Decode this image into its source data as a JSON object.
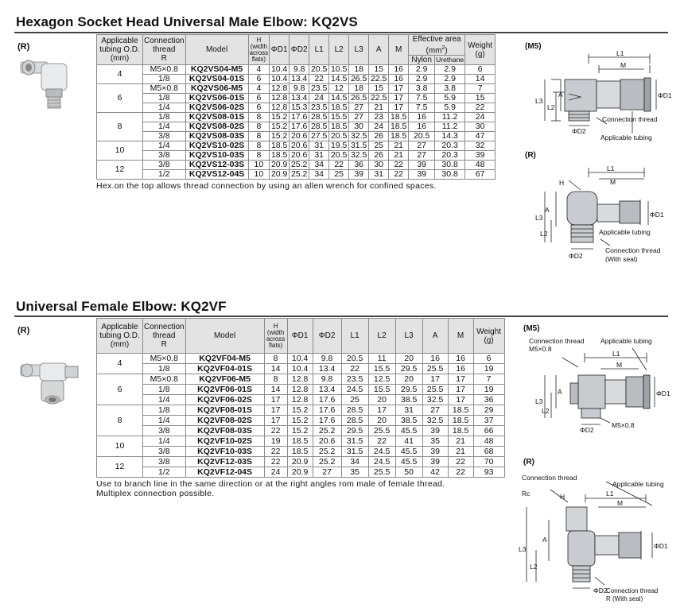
{
  "sections": [
    {
      "title": "Hexagon Socket Head Universal Male Elbow: KQ2VS",
      "variant_mark": "(R)",
      "headers": {
        "tubing": "Applicable tubing O.D. (mm)",
        "thread": "Connection thread R",
        "model": "Model",
        "h": "H (width across flats)",
        "d1": "ΦD1",
        "d2": "ΦD2",
        "l1": "L1",
        "l2": "L2",
        "l3": "L3",
        "a": "A",
        "m": "M",
        "effective_area": "Effective area (mm²)",
        "nylon": "Nylon",
        "urethane": "Urethane",
        "weight": "Weight (g)"
      },
      "groups": [
        {
          "tubing": "4",
          "rows": [
            [
              "M5×0.8",
              "KQ2VS04-M5",
              "4",
              "10.4",
              "9.8",
              "20.5",
              "10.5",
              "18",
              "15",
              "16",
              "2.9",
              "2.9",
              "6"
            ],
            [
              "1/8",
              "KQ2VS04-01S",
              "6",
              "10.4",
              "13.4",
              "22",
              "14.5",
              "26.5",
              "22.5",
              "16",
              "2.9",
              "2.9",
              "14"
            ]
          ]
        },
        {
          "tubing": "6",
          "rows": [
            [
              "M5×0.8",
              "KQ2VS06-M5",
              "4",
              "12.8",
              "9.8",
              "23.5",
              "12",
              "18",
              "15",
              "17",
              "3.8",
              "3.8",
              "7"
            ],
            [
              "1/8",
              "KQ2VS06-01S",
              "6",
              "12.8",
              "13.4",
              "24",
              "14.5",
              "26.5",
              "22.5",
              "17",
              "7.5",
              "5.9",
              "15"
            ],
            [
              "1/4",
              "KQ2VS06-02S",
              "6",
              "12.8",
              "15.3",
              "23.5",
              "18.5",
              "27",
              "21",
              "17",
              "7.5",
              "5.9",
              "22"
            ]
          ]
        },
        {
          "tubing": "8",
          "rows": [
            [
              "1/8",
              "KQ2VS08-01S",
              "8",
              "15.2",
              "17.6",
              "28.5",
              "15.5",
              "27",
              "23",
              "18.5",
              "16",
              "11.2",
              "24"
            ],
            [
              "1/4",
              "KQ2VS08-02S",
              "8",
              "15.2",
              "17.6",
              "28.5",
              "18.5",
              "30",
              "24",
              "18.5",
              "16",
              "11.2",
              "30"
            ],
            [
              "3/8",
              "KQ2VS08-03S",
              "8",
              "15.2",
              "20.6",
              "27.5",
              "20.5",
              "32.5",
              "26",
              "18.5",
              "20.5",
              "14.3",
              "47"
            ]
          ]
        },
        {
          "tubing": "10",
          "rows": [
            [
              "1/4",
              "KQ2VS10-02S",
              "8",
              "18.5",
              "20.6",
              "31",
              "19.5",
              "31.5",
              "25",
              "21",
              "27",
              "20.3",
              "32"
            ],
            [
              "3/8",
              "KQ2VS10-03S",
              "8",
              "18.5",
              "20.6",
              "31",
              "20.5",
              "32.5",
              "26",
              "21",
              "27",
              "20.3",
              "39"
            ]
          ]
        },
        {
          "tubing": "12",
          "rows": [
            [
              "3/8",
              "KQ2VS12-03S",
              "10",
              "20.9",
              "25.2",
              "34",
              "22",
              "36",
              "30",
              "22",
              "39",
              "30.8",
              "48"
            ],
            [
              "1/2",
              "KQ2VS12-04S",
              "10",
              "20.9",
              "25.2",
              "34",
              "25",
              "39",
              "31",
              "22",
              "39",
              "30.8",
              "67"
            ]
          ]
        }
      ],
      "notes": [
        "Hex.on the top allows thread connection by using an allen wrench for confined spaces."
      ]
    },
    {
      "title": "Universal Female Elbow: KQ2VF",
      "variant_mark": "(R)",
      "headers": {
        "tubing": "Applicable tubing O.D. (mm)",
        "thread": "Connection thread R",
        "model": "Model",
        "h": "H (width across flats)",
        "d1": "ΦD1",
        "d2": "ΦD2",
        "l1": "L1",
        "l2": "L2",
        "l3": "L3",
        "a": "A",
        "m": "M",
        "weight": "Weight (g)"
      },
      "groups": [
        {
          "tubing": "4",
          "rows": [
            [
              "M5×0.8",
              "KQ2VF04-M5",
              "8",
              "10.4",
              "9.8",
              "20.5",
              "11",
              "20",
              "16",
              "16",
              "6"
            ],
            [
              "1/8",
              "KQ2VF04-01S",
              "14",
              "10.4",
              "13.4",
              "22",
              "15.5",
              "29.5",
              "25.5",
              "16",
              "19"
            ]
          ]
        },
        {
          "tubing": "6",
          "rows": [
            [
              "M5×0.8",
              "KQ2VF06-M5",
              "8",
              "12.8",
              "9.8",
              "23.5",
              "12.5",
              "20",
              "17",
              "17",
              "7"
            ],
            [
              "1/8",
              "KQ2VF06-01S",
              "14",
              "12.8",
              "13.4",
              "24.5",
              "15.5",
              "29.5",
              "25.5",
              "17",
              "19"
            ],
            [
              "1/4",
              "KQ2VF06-02S",
              "17",
              "12.8",
              "17.6",
              "25",
              "20",
              "38.5",
              "32.5",
              "17",
              "36"
            ]
          ]
        },
        {
          "tubing": "8",
          "rows": [
            [
              "1/8",
              "KQ2VF08-01S",
              "17",
              "15.2",
              "17.6",
              "28.5",
              "17",
              "31",
              "27",
              "18.5",
              "29"
            ],
            [
              "1/4",
              "KQ2VF08-02S",
              "17",
              "15.2",
              "17.6",
              "28.5",
              "20",
              "38.5",
              "32.5",
              "18.5",
              "37"
            ],
            [
              "3/8",
              "KQ2VF08-03S",
              "22",
              "15.2",
              "25.2",
              "29.5",
              "25.5",
              "45.5",
              "39",
              "18.5",
              "66"
            ]
          ]
        },
        {
          "tubing": "10",
          "rows": [
            [
              "1/4",
              "KQ2VF10-02S",
              "19",
              "18.5",
              "20.6",
              "31.5",
              "22",
              "41",
              "35",
              "21",
              "48"
            ],
            [
              "3/8",
              "KQ2VF10-03S",
              "22",
              "18.5",
              "25.2",
              "31.5",
              "24.5",
              "45.5",
              "39",
              "21",
              "68"
            ]
          ]
        },
        {
          "tubing": "12",
          "rows": [
            [
              "3/8",
              "KQ2VF12-03S",
              "22",
              "20.9",
              "25.2",
              "34",
              "24.5",
              "45.5",
              "39",
              "22",
              "70"
            ],
            [
              "1/2",
              "KQ2VF12-04S",
              "24",
              "20.9",
              "27",
              "35",
              "25.5",
              "50",
              "42",
              "22",
              "93"
            ]
          ]
        }
      ],
      "notes": [
        "Use to branch line in the same direction or at the right angles rom male of female thread.",
        "Multiplex connection possible."
      ]
    }
  ],
  "drawings": {
    "vs_m5": {
      "mark": "(M5)",
      "labels": {
        "l1": "L1",
        "m": "M",
        "l3": "L3",
        "l2": "L2",
        "a": "A",
        "d1": "ΦD1",
        "d2": "ΦD2",
        "conn": "Connection thread",
        "tubing": "Applicable tubing"
      }
    },
    "vs_r": {
      "mark": "(R)",
      "labels": {
        "h": "H",
        "l1": "L1",
        "m": "M",
        "l3": "L3",
        "a": "A",
        "l2": "L2",
        "d1": "ΦD1",
        "d2": "ΦD2",
        "tubing": "Applicable tubing",
        "conn": "Connection thread",
        "seal": "(With seal)"
      }
    },
    "vf_m5": {
      "mark": "(M5)",
      "labels": {
        "conn": "Connection thread",
        "conn_size": "M5×0.8",
        "tubing": "Applicable tubing",
        "l1": "L1",
        "m": "M",
        "l3": "L3",
        "a": "A",
        "l2": "L2",
        "d1": "ΦD1",
        "d2": "ΦD2",
        "m5": "M5×0.8"
      }
    },
    "vf_r": {
      "mark": "(R)",
      "labels": {
        "conn": "Connection thread",
        "rc": "Rc",
        "h": "H",
        "tubing": "Applicable tubing",
        "l1": "L1",
        "m": "M",
        "l3": "L3",
        "a": "A",
        "l2": "L2",
        "d1": "ΦD1",
        "d2": "ΦD2",
        "conn2": "Connection thread",
        "seal": "R (With seal)"
      }
    }
  },
  "colors": {
    "header_bg": "#e3e3e3",
    "rule": "#444444",
    "drawing_line": "#222222",
    "part_body": "#c8ccd0"
  }
}
